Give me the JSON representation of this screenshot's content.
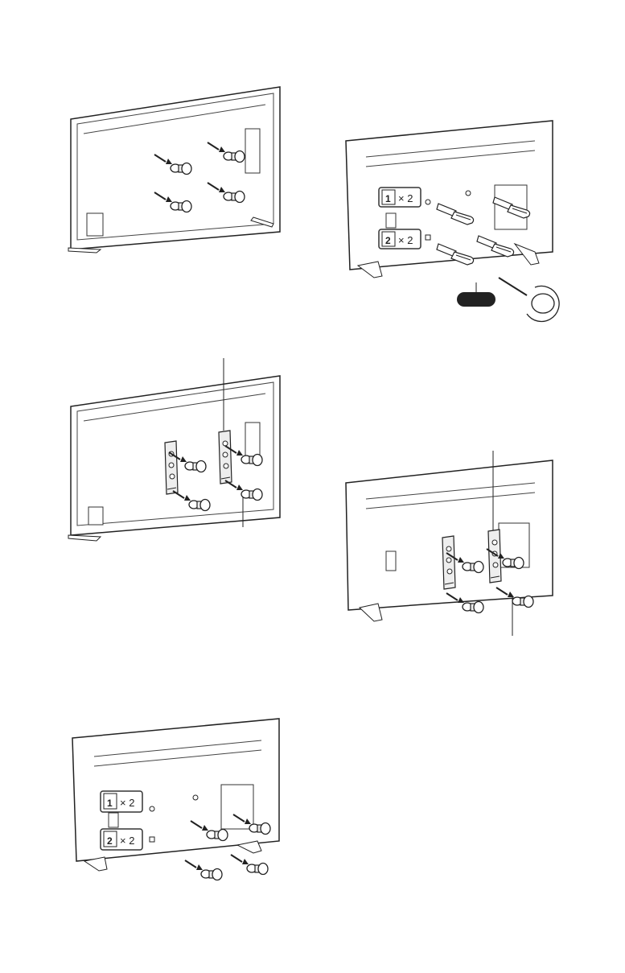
{
  "figures": [
    {
      "id": "remove-screws",
      "icon": "tv-back-remove-screws"
    },
    {
      "id": "insert-spacers",
      "icon": "tv-back-insert-spacers",
      "badges": [
        {
          "number": "1",
          "count": "× 2"
        },
        {
          "number": "2",
          "count": "× 2"
        }
      ]
    },
    {
      "id": "attach-brackets-a",
      "icon": "tv-back-attach-brackets"
    },
    {
      "id": "attach-brackets-b",
      "icon": "tv-back-attach-brackets-alt"
    },
    {
      "id": "spacer-positions",
      "icon": "tv-back-spacer-positions",
      "badges": [
        {
          "number": "1",
          "count": "× 2"
        },
        {
          "number": "2",
          "count": "× 2"
        }
      ]
    }
  ],
  "colors": {
    "line": "#333333",
    "fill_gray": "#dddddd",
    "label_bg": "#222222"
  }
}
